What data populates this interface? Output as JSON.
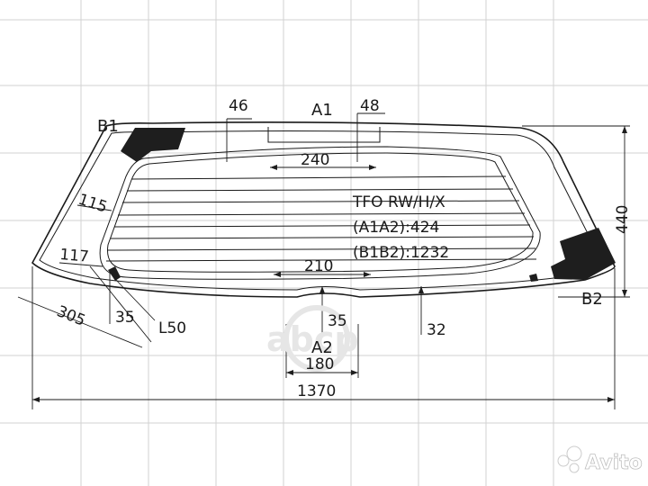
{
  "info": {
    "line1": "TFO RW/H/X",
    "line2": "(A1A2):424",
    "line3": "(B1B2):1232"
  },
  "points": {
    "a1": "A1",
    "a2": "A2",
    "b1": "B1",
    "b2": "B2"
  },
  "dimensions": {
    "d46": "46",
    "d48": "48",
    "d240": "240",
    "d440": "440",
    "d115": "115",
    "d117": "117",
    "d210": "210",
    "d305": "305",
    "d35_left": "35",
    "d35_center": "35",
    "l50": "L50",
    "d32": "32",
    "d180": "180",
    "d1370": "1370"
  },
  "watermark": {
    "brand": "abcp",
    "site": "Avito"
  },
  "colors": {
    "line": "#1a1a1a",
    "grid": "#d2d2d2",
    "mark_fill": "#1e1e1e"
  }
}
